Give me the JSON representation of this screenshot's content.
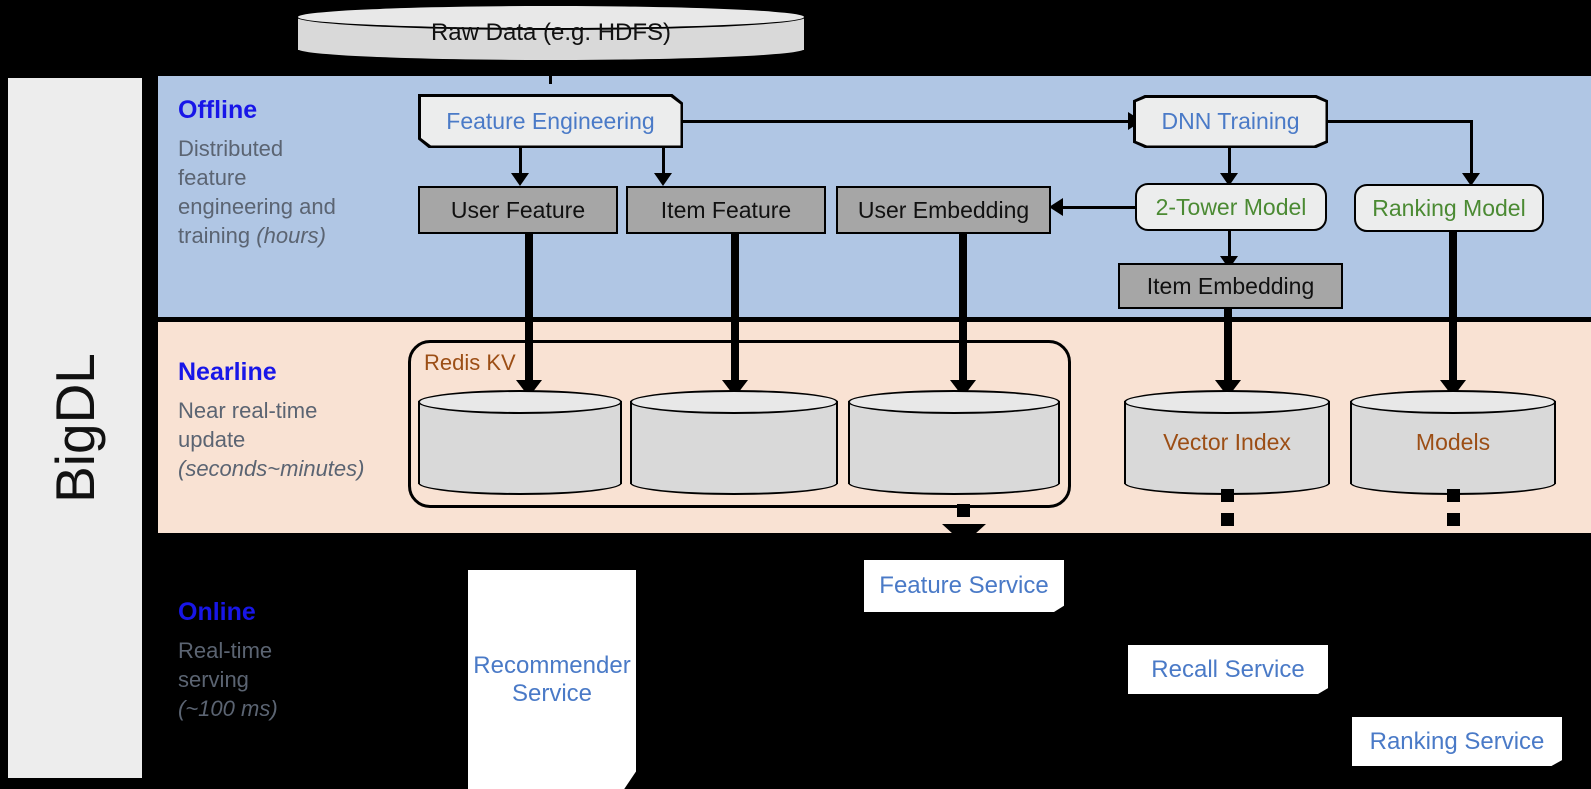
{
  "sidebar": {
    "label": "BigDL"
  },
  "bands": [
    {
      "key": "offline",
      "title": "Offline",
      "desc_plain": "Distributed feature engineering and ",
      "desc_italic": "(hours)"
    },
    {
      "key": "nearline",
      "title": "Nearline",
      "desc_plain": "Near real-time update ",
      "desc_italic": "(seconds~minutes)"
    },
    {
      "key": "online",
      "title": "Online",
      "desc_plain": "Real-time serving ",
      "desc_italic": "(~100 ms)"
    }
  ],
  "offline": {
    "title": "Offline",
    "desc_line1": "Distributed",
    "desc_line2": "feature",
    "desc_line3": "engineering and",
    "desc_line4": "training ",
    "desc_italic": "(hours)"
  },
  "nearline": {
    "title": "Nearline",
    "desc_line1": "Near real-time",
    "desc_line2": "update",
    "desc_italic": "(seconds~minutes)",
    "redis_label": "Redis KV"
  },
  "online": {
    "title": "Online",
    "desc_line1": "Real-time",
    "desc_line2": "serving",
    "desc_italic": "(~100 ms)"
  },
  "nodes": {
    "raw_data": "Raw Data (e.g. HDFS)",
    "feature_engineering": "Feature Engineering",
    "dnn_training": "DNN Training",
    "user_feature": "User Feature",
    "item_feature": "Item Feature",
    "user_embedding": "User Embedding",
    "two_tower_model": "2-Tower Model",
    "ranking_model": "Ranking Model",
    "item_embedding": "Item Embedding",
    "vector_index": "Vector Index",
    "models": "Models",
    "feature_service": "Feature Service",
    "recommender_service_l1": "Recommender",
    "recommender_service_l2": "Service",
    "recall_service": "Recall Service",
    "ranking_service": "Ranking Service"
  },
  "colors": {
    "offline_band": "#b0c6e4",
    "nearline_band": "#f9e2d3",
    "online_band": "#000000",
    "section_title": "#1816e8",
    "section_desc": "#5b6472",
    "blue_text": "#4a7ac7",
    "green_text": "#4b8a33",
    "brown_text": "#9c4e15",
    "gray_box": "#a6a6a6",
    "proc_box": "#eceded",
    "sidebar": "#ededed"
  }
}
